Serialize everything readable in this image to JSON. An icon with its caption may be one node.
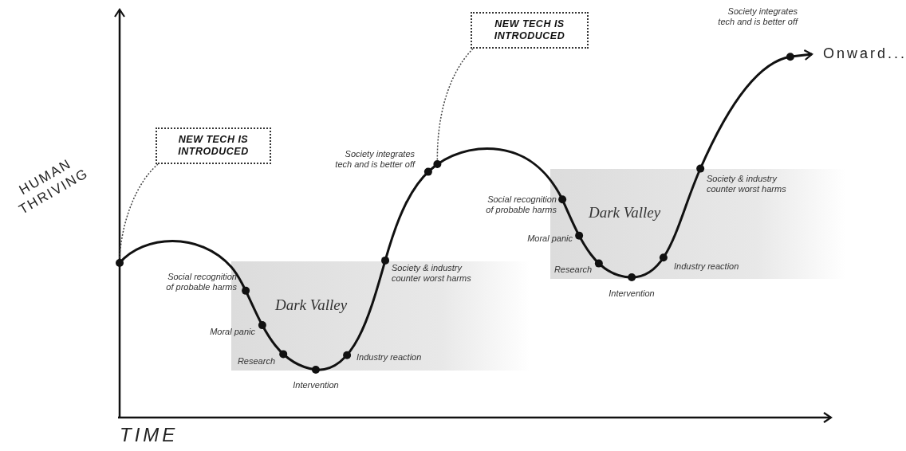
{
  "diagram": {
    "nodes": [
      {
        "text": [
          "NEW TECH IS INTRODUCED"
        ]
      },
      {
        "text": [
          "NEW TECH IS INTRODUCED"
        ]
      },
      {
        "text": [
          "Dark Valley"
        ]
      },
      {
        "text": [
          "Dark Valley"
        ]
      },
      {
        "text": [],
        "shape": "circle"
      },
      {
        "text": [],
        "shape": "circle"
      }
    ],
    "edges": [
      {
        "from": 0,
        "to": 4,
        "arrow": "none",
        "style": "dashed"
      },
      {
        "from": 1,
        "to": 5,
        "arrow": "none",
        "style": "dashed"
      }
    ],
    "labels": [
      "Society integrates tech and is better off",
      "Onward...",
      "HUMAN THRIVING",
      "Society integrates tech and is better off",
      "Society & industry counter worst harms",
      "Social recognition of probable harms",
      "Moral panic",
      "Society & industry counter worst harms",
      "Research",
      "Industry reaction",
      "Social recognition of probable harms",
      "Intervention",
      "Moral panic",
      "Research",
      "Industry reaction",
      "Intervention",
      "TIME"
    ]
  }
}
